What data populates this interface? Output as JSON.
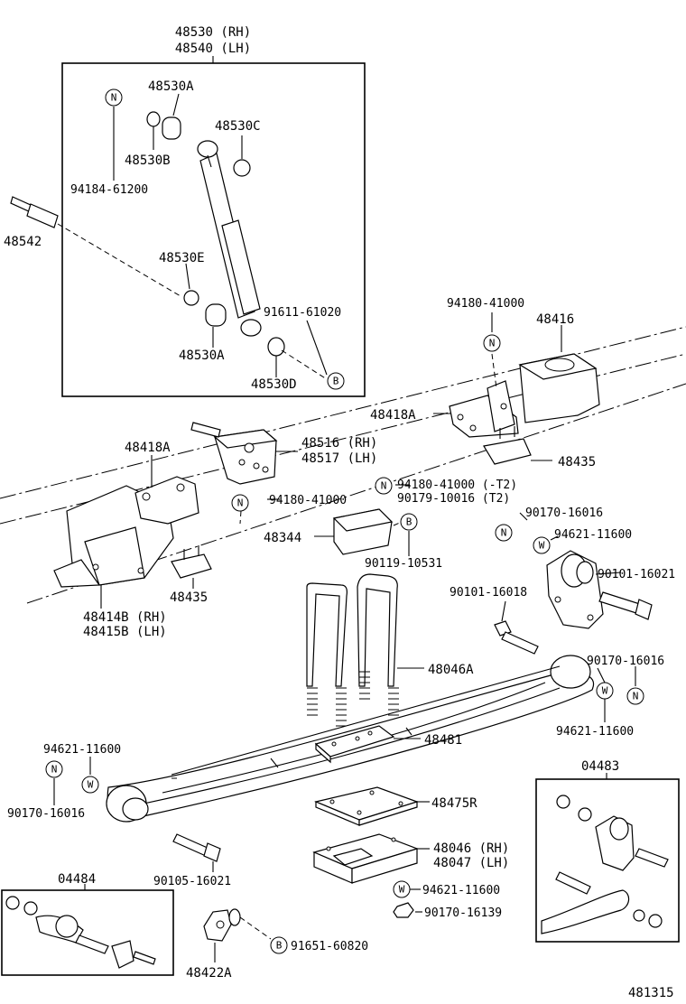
{
  "shock_box": {
    "header_rh": "48530 (RH)",
    "header_lh": "48540 (LH)"
  },
  "labels": {
    "p48530A_top": "48530A",
    "p48530B": "48530B",
    "p48530C": "48530C",
    "p94184": "94184-61200",
    "p48542": "48542",
    "p48530E": "48530E",
    "p48530A_bottom": "48530A",
    "p91611": "91611-61020",
    "p48530D": "48530D",
    "p94180_top": "94180-41000",
    "p48416": "48416",
    "p48418A_right": "48418A",
    "p48418A_left": "48418A",
    "p48516": "48516 (RH)",
    "p48517": "48517 (LH)",
    "p48435_right": "48435",
    "p94180_t2": "94180-41000 (-T2)",
    "p90179": "90179-10016 (T2)",
    "p94180_mid": "94180-41000",
    "p48344": "48344",
    "p90119": "90119-10531",
    "p90170_a": "90170-16016",
    "p94621_a": "94621-11600",
    "p90101_a": "90101-16021",
    "p90101_b": "90101-16018",
    "p48414B": "48414B (RH)",
    "p48415B": "48415B (LH)",
    "p48435_left": "48435",
    "p48046A": "48046A",
    "p90170_b": "90170-16016",
    "p94621_b": "94621-11600",
    "p48481": "48481",
    "p94621_c": "94621-11600",
    "p90170_c": "90170-16016",
    "p04483": "04483",
    "p48475R": "48475R",
    "p48046": "48046 (RH)",
    "p48047": "48047 (LH)",
    "p90105": "90105-16021",
    "p04484": "04484",
    "p94621_d": "94621-11600",
    "p90170_d": "90170-16139",
    "p91651": "91651-60820",
    "p48422A": "48422A",
    "figure_number": "481315"
  },
  "badges": {
    "N": "N",
    "B": "B",
    "W": "W"
  },
  "icons": [
    "shock-absorber-icon",
    "leaf-spring-icon",
    "u-bolt-icon",
    "bracket-icon",
    "bolt-icon",
    "nut-icon",
    "washer-icon",
    "bushing-icon",
    "shackle-icon"
  ]
}
